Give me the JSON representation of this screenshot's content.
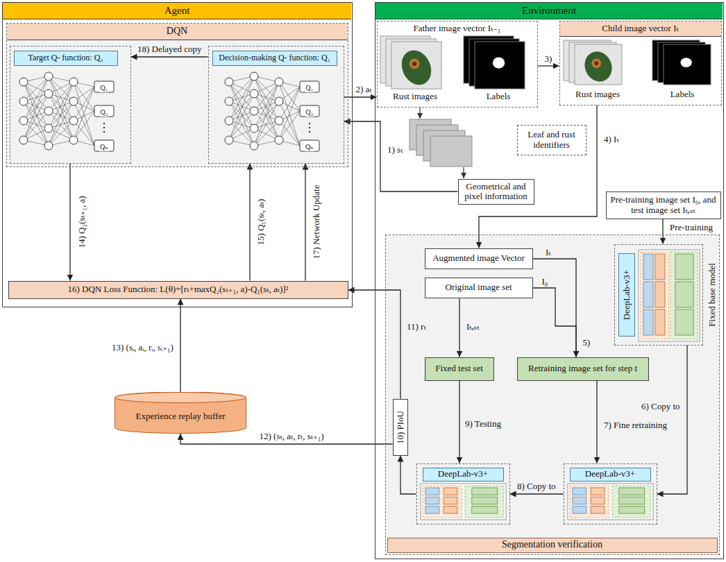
{
  "diagram": {
    "nodes": [
      {
        "text": [
          "Agent"
        ]
      },
      {
        "text": [
          "DQN"
        ],
        "in": 0
      },
      {
        "text": [
          "Target Q- function: Q₂"
        ],
        "in": 1
      },
      {
        "text": [
          "Decision-making Q- function: Q₁"
        ],
        "in": 1
      },
      {
        "text": [
          "16) DQN Loss Function: L(θ)=[rₜ+maxQ₂(sₜ₊₁, a)-Q₁(sₜ, aₜ)]²"
        ],
        "in": 0
      },
      {
        "text": [
          "Experience replay buffer"
        ]
      },
      {
        "text": [
          "Environment"
        ]
      },
      {
        "text": [
          "Father image vector Iₜ₋₁",
          "Rust images",
          "Labels"
        ],
        "in": 6
      },
      {
        "text": [
          "Child image vector Iₜ",
          "Rust images",
          "Labels"
        ],
        "in": 6
      },
      {
        "text": [
          "Leaf and rust identifiers"
        ],
        "in": 6
      },
      {
        "text": [
          "Geometrical and pixel information"
        ],
        "in": 6
      },
      {
        "text": [
          "Pre-training image set I₀, and test image set Iₜₑₛₜ"
        ],
        "in": 6
      },
      {
        "text": [
          "Segmentation verification"
        ],
        "in": 6
      },
      {
        "text": [
          "Augmented image Vector"
        ],
        "in": 12
      },
      {
        "text": [
          "Original image set"
        ],
        "in": 12
      },
      {
        "text": [
          "Fixed test set"
        ],
        "in": 12
      },
      {
        "text": [
          "Retraining image set for step t"
        ],
        "in": 12
      },
      {
        "text": [
          "DeepLab-v3+",
          "Fixed base model"
        ],
        "in": 12
      },
      {
        "text": [
          "DeepLab-v3+"
        ],
        "in": 12
      },
      {
        "text": [
          "DeepLab-v3+"
        ],
        "in": 12
      },
      {
        "text": [
          "10) PIoU"
        ],
        "in": 12
      }
    ],
    "edges": [
      {
        "from": 10,
        "to": 3,
        "label": "1) sₜ",
        "arrow": "to"
      },
      {
        "from": 3,
        "to": 7,
        "label": "2) aₜ",
        "arrow": "to"
      },
      {
        "from": 7,
        "to": 8,
        "label": "3)",
        "arrow": "to"
      },
      {
        "from": 8,
        "to": 13,
        "label": "4) Iₜ",
        "arrow": "to"
      },
      {
        "from": 13,
        "to": 16,
        "label": "Iₜ",
        "arrow": "to"
      },
      {
        "from": 14,
        "to": 16,
        "label": "I₀",
        "arrow": "to"
      },
      {
        "from": 14,
        "to": 15,
        "label": "Iₜₑₛₜ",
        "arrow": "to"
      },
      {
        "from": 11,
        "to": 17,
        "label": "Pre-training",
        "arrow": "to"
      },
      {
        "from": 17,
        "to": 19,
        "label": "6) Copy to",
        "arrow": "to"
      },
      {
        "from": 16,
        "to": 19,
        "label": "7) Fine retraining",
        "arrow": "to"
      },
      {
        "from": 19,
        "to": 18,
        "label": "8) Copy to",
        "arrow": "to"
      },
      {
        "from": 15,
        "to": 18,
        "label": "9) Testing",
        "arrow": "to"
      },
      {
        "from": 18,
        "to": 20,
        "arrow": "to"
      },
      {
        "from": 20,
        "to": 4,
        "label": "11) rₜ",
        "arrow": "to"
      },
      {
        "from": 20,
        "to": 5,
        "label": "12) (sₜ, aₜ, rₜ, sₜ₊₁)",
        "arrow": "to"
      },
      {
        "from": 5,
        "to": 4,
        "label": "13) (sᵢ, aᵢ, rᵢ, sᵢ₊₁)",
        "arrow": "to"
      },
      {
        "from": 2,
        "to": 4,
        "label": "14) Q₂(sₜ₊₁, a)",
        "arrow": "to"
      },
      {
        "from": 4,
        "to": 3,
        "label": "15) Q₁(sₜ, aₜ)",
        "arrow": "to"
      },
      {
        "from": 4,
        "to": 3,
        "label": "17) Network Update",
        "arrow": "to"
      },
      {
        "from": 3,
        "to": 2,
        "label": "18) Delayed copy",
        "arrow": "to"
      }
    ],
    "labels": [
      "Q₁",
      "Q₂",
      "Qₙ",
      "Q₁",
      "Q₂",
      "Qₙ",
      "5)"
    ]
  }
}
